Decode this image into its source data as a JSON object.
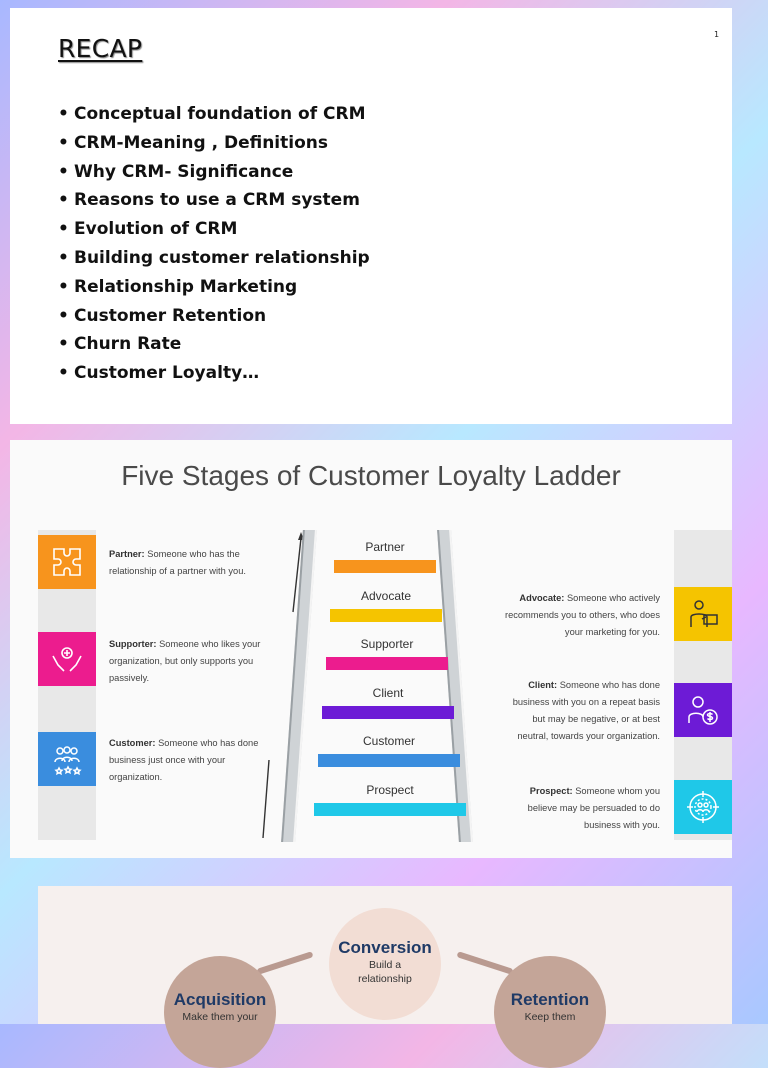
{
  "recap": {
    "title": "RECAP",
    "page_number": "1",
    "items": [
      "Conceptual foundation of CRM",
      "CRM-Meaning , Definitions",
      "Why CRM- Significance",
      "Reasons to use a CRM system",
      "Evolution of CRM",
      "Building customer relationship",
      "Relationship Marketing",
      "Customer Retention",
      "Churn Rate",
      "Customer Loyalty…"
    ]
  },
  "ladder": {
    "title": "Five Stages of Customer Loyalty Ladder",
    "rungs": [
      {
        "label": "Partner",
        "color": "#f7941d"
      },
      {
        "label": "Advocate",
        "color": "#f5c400"
      },
      {
        "label": "Supporter",
        "color": "#ec1c8e"
      },
      {
        "label": "Client",
        "color": "#6d1bd6"
      },
      {
        "label": "Customer",
        "color": "#3a8dde"
      },
      {
        "label": "Prospect",
        "color": "#1fc8e8"
      }
    ],
    "left": [
      {
        "term": "Partner:",
        "text": "Someone who has the relationship of a partner with you.",
        "icon": "puzzle-icon",
        "color": "#f7941d"
      },
      {
        "term": "Supporter:",
        "text": "Someone who likes your organization, but only supports you passively.",
        "icon": "hands-heart-icon",
        "color": "#ec1c8e"
      },
      {
        "term": "Customer:",
        "text": "Someone who has done business just once with your organization.",
        "icon": "group-stars-icon",
        "color": "#3a8dde"
      }
    ],
    "right": [
      {
        "term": "Advocate:",
        "text": "Someone who actively recommends you to others, who does your marketing for you.",
        "icon": "presenter-icon",
        "color": "#f5c400"
      },
      {
        "term": "Client:",
        "text": "Someone who has done business with you on a repeat basis but may be negative, or at best neutral, towards your organization.",
        "icon": "person-dollar-icon",
        "color": "#6d1bd6"
      },
      {
        "term": "Prospect:",
        "text": "Someone whom you believe may be persuaded to do business with you.",
        "icon": "target-people-icon",
        "color": "#1fc8e8"
      }
    ]
  },
  "cycle": {
    "conversion": {
      "title": "Conversion",
      "sub1": "Build a",
      "sub2": "relationship"
    },
    "acquisition": {
      "title": "Acquisition",
      "sub": "Make them your"
    },
    "retention": {
      "title": "Retention",
      "sub": "Keep them"
    }
  }
}
